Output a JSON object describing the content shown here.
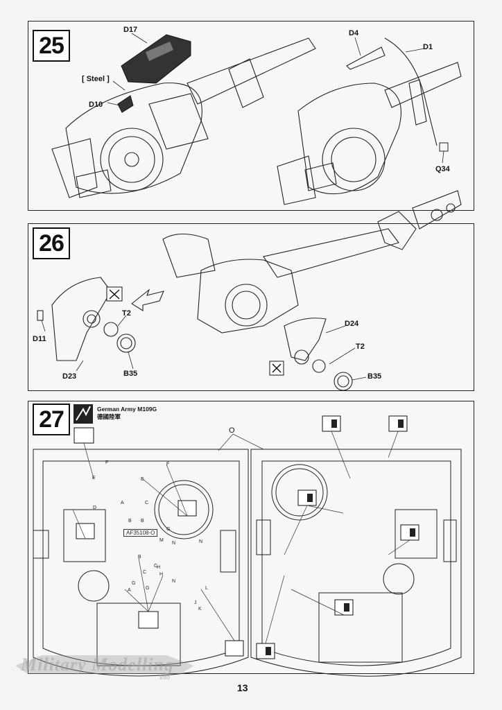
{
  "page_number": "13",
  "steps": {
    "s25": {
      "number": "25"
    },
    "s26": {
      "number": "26"
    },
    "s27": {
      "number": "27"
    }
  },
  "step25": {
    "labels": {
      "d17": "D17",
      "steel": "[ Steel ]",
      "d10": "D10",
      "d4": "D4",
      "d1": "D1",
      "q34": "Q34"
    }
  },
  "step26": {
    "labels": {
      "d11": "D11",
      "d23": "D23",
      "t2a": "T2",
      "b35a": "B35",
      "d24": "D24",
      "t2b": "T2",
      "b35b": "B35"
    }
  },
  "step27": {
    "army_en": "German Army M109G",
    "army_cn": "德國陸軍",
    "ref_code": "AF35108-O",
    "o_label": "O",
    "decal_letters": [
      "F",
      "E",
      "F",
      "E",
      "D",
      "A",
      "C",
      "B",
      "B",
      "G",
      "C",
      "H",
      "N",
      "M",
      "N",
      "B",
      "C",
      "H",
      "N",
      "A",
      "G",
      "G",
      "L",
      "J",
      "K"
    ]
  },
  "watermark": {
    "main": "Military Modelling",
    "sub": ".info"
  },
  "colors": {
    "ink": "#111111",
    "paper": "#f4f4f2"
  }
}
